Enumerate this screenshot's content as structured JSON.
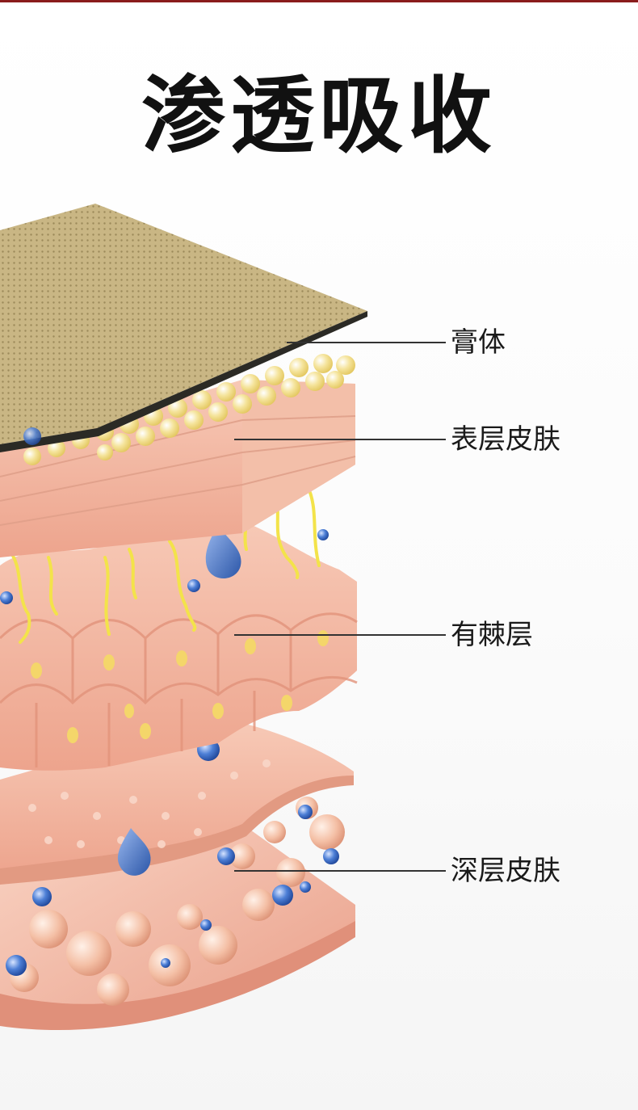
{
  "title": "渗透吸收",
  "layers": [
    {
      "id": "plaster",
      "label": "膏体"
    },
    {
      "id": "epidermis",
      "label": "表层皮肤"
    },
    {
      "id": "spinous",
      "label": "有棘层"
    },
    {
      "id": "dermis",
      "label": "深层皮肤"
    }
  ],
  "colors": {
    "accent_rule": "#8a1c1c",
    "plaster": "#c9b684",
    "skin": "#f2b5a0",
    "skin_dark": "#e49a82",
    "granule_yellow": "#f6e8a8",
    "droplet_blue": "#3f6fc4",
    "leader_line": "#333333",
    "title_text": "#111111"
  }
}
